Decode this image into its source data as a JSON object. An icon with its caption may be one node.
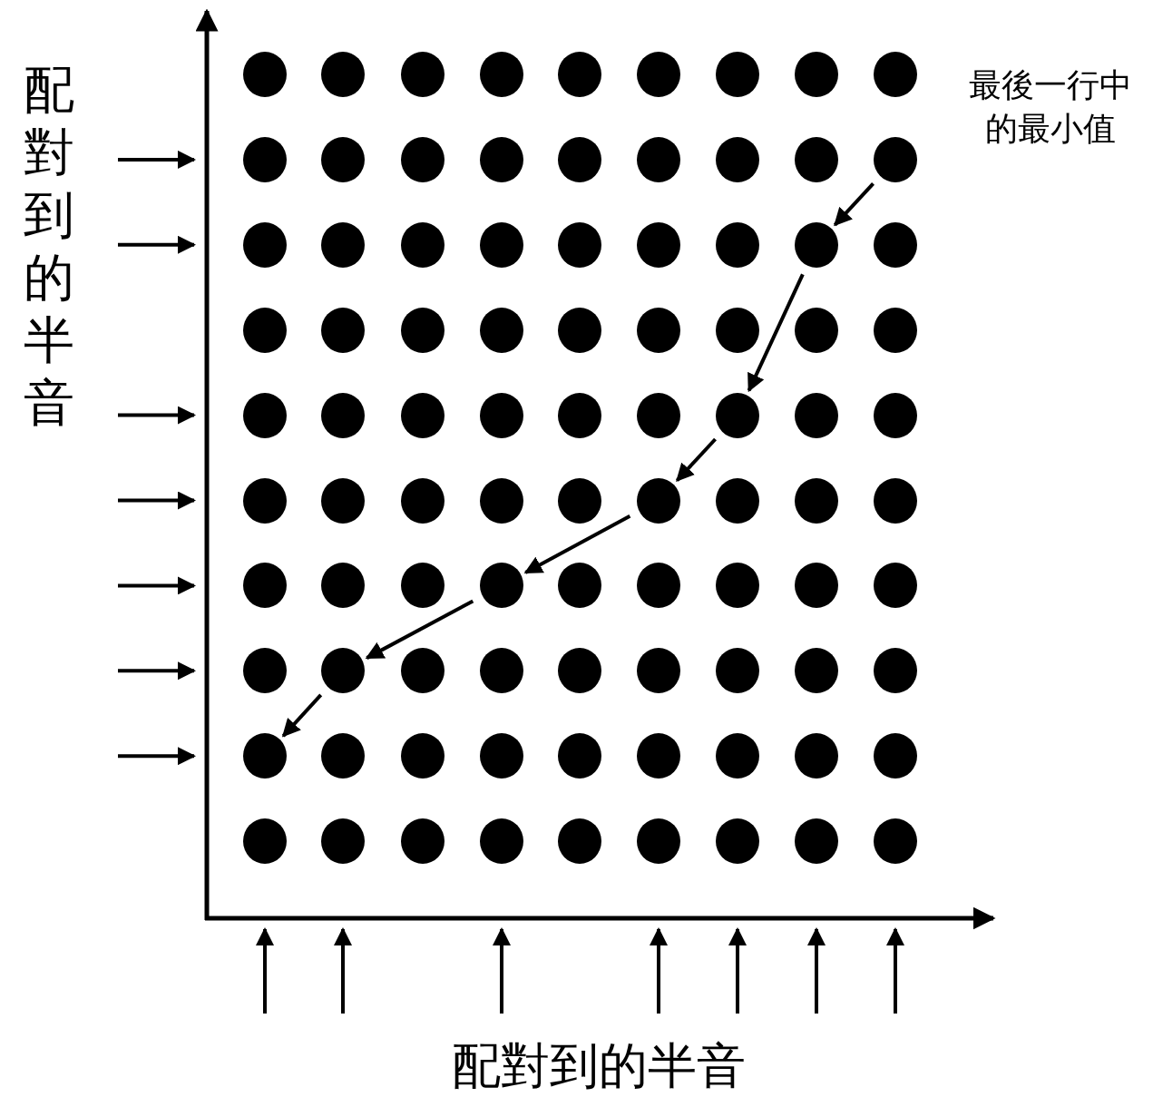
{
  "diagram": {
    "nodes": [
      {
        "text": [],
        "shape": "circle"
      },
      {
        "text": [],
        "shape": "circle"
      },
      {
        "text": [],
        "shape": "circle"
      },
      {
        "text": [],
        "shape": "circle"
      },
      {
        "text": [],
        "shape": "circle"
      },
      {
        "text": [],
        "shape": "circle"
      },
      {
        "text": [],
        "shape": "circle"
      },
      {
        "text": [],
        "shape": "circle"
      },
      {
        "text": [],
        "shape": "circle"
      },
      {
        "text": [],
        "shape": "circle"
      },
      {
        "text": [],
        "shape": "circle"
      },
      {
        "text": [],
        "shape": "circle"
      },
      {
        "text": [],
        "shape": "circle"
      },
      {
        "text": [],
        "shape": "circle"
      },
      {
        "text": [],
        "shape": "circle"
      },
      {
        "text": [],
        "shape": "circle"
      },
      {
        "text": [],
        "shape": "circle"
      },
      {
        "text": [],
        "shape": "circle"
      },
      {
        "text": [],
        "shape": "circle"
      },
      {
        "text": [],
        "shape": "circle"
      },
      {
        "text": [],
        "shape": "circle"
      },
      {
        "text": [],
        "shape": "circle"
      },
      {
        "text": [],
        "shape": "circle"
      },
      {
        "text": [],
        "shape": "circle"
      },
      {
        "text": [],
        "shape": "circle"
      },
      {
        "text": [],
        "shape": "circle"
      },
      {
        "text": [],
        "shape": "circle"
      },
      {
        "text": [],
        "shape": "circle"
      },
      {
        "text": [],
        "shape": "circle"
      },
      {
        "text": [],
        "shape": "circle"
      },
      {
        "text": [],
        "shape": "circle"
      },
      {
        "text": [],
        "shape": "circle"
      },
      {
        "text": [],
        "shape": "circle"
      },
      {
        "text": [],
        "shape": "circle"
      },
      {
        "text": [],
        "shape": "circle"
      },
      {
        "text": [],
        "shape": "circle"
      },
      {
        "text": [],
        "shape": "circle"
      },
      {
        "text": [],
        "shape": "circle"
      },
      {
        "text": [],
        "shape": "circle"
      },
      {
        "text": [],
        "shape": "circle"
      },
      {
        "text": [],
        "shape": "circle"
      },
      {
        "text": [],
        "shape": "circle"
      },
      {
        "text": [],
        "shape": "circle"
      },
      {
        "text": [],
        "shape": "circle"
      },
      {
        "text": [],
        "shape": "circle"
      },
      {
        "text": [],
        "shape": "circle"
      },
      {
        "text": [],
        "shape": "circle"
      },
      {
        "text": [],
        "shape": "circle"
      },
      {
        "text": [],
        "shape": "circle"
      },
      {
        "text": [],
        "shape": "circle"
      },
      {
        "text": [],
        "shape": "circle"
      },
      {
        "text": [],
        "shape": "circle"
      },
      {
        "text": [],
        "shape": "circle"
      },
      {
        "text": [],
        "shape": "circle"
      },
      {
        "text": [],
        "shape": "circle"
      },
      {
        "text": [],
        "shape": "circle"
      },
      {
        "text": [],
        "shape": "circle"
      },
      {
        "text": [],
        "shape": "circle"
      },
      {
        "text": [],
        "shape": "circle"
      },
      {
        "text": [],
        "shape": "circle"
      },
      {
        "text": [],
        "shape": "circle"
      },
      {
        "text": [],
        "shape": "circle"
      },
      {
        "text": [],
        "shape": "circle"
      },
      {
        "text": [],
        "shape": "circle"
      },
      {
        "text": [],
        "shape": "circle"
      },
      {
        "text": [],
        "shape": "circle"
      },
      {
        "text": [],
        "shape": "circle"
      },
      {
        "text": [],
        "shape": "circle"
      },
      {
        "text": [],
        "shape": "circle"
      },
      {
        "text": [],
        "shape": "circle"
      },
      {
        "text": [],
        "shape": "circle"
      },
      {
        "text": [],
        "shape": "circle"
      },
      {
        "text": [],
        "shape": "circle"
      },
      {
        "text": [],
        "shape": "circle"
      },
      {
        "text": [],
        "shape": "circle"
      },
      {
        "text": [],
        "shape": "circle"
      },
      {
        "text": [],
        "shape": "circle"
      },
      {
        "text": [],
        "shape": "circle"
      },
      {
        "text": [],
        "shape": "circle"
      },
      {
        "text": [],
        "shape": "circle"
      },
      {
        "text": [],
        "shape": "circle"
      },
      {
        "text": [],
        "shape": "circle"
      },
      {
        "text": [],
        "shape": "circle"
      },
      {
        "text": [],
        "shape": "circle"
      },
      {
        "text": [],
        "shape": "circle"
      },
      {
        "text": [],
        "shape": "circle"
      },
      {
        "text": [],
        "shape": "circle"
      },
      {
        "text": [],
        "shape": "circle"
      },
      {
        "text": [],
        "shape": "circle"
      },
      {
        "text": [],
        "shape": "circle"
      }
    ],
    "edges": [
      {
        "from": 17,
        "to": 25,
        "arrow": "to"
      },
      {
        "from": 25,
        "to": 42,
        "arrow": "to"
      },
      {
        "from": 42,
        "to": 50,
        "arrow": "to"
      },
      {
        "from": 50,
        "to": 57,
        "arrow": "to"
      },
      {
        "from": 57,
        "to": 64,
        "arrow": "to"
      },
      {
        "from": 64,
        "to": 72,
        "arrow": "to"
      }
    ],
    "labels": [
      "配對到的半音",
      "最後一行中的最小值",
      "配對到的半音"
    ]
  }
}
